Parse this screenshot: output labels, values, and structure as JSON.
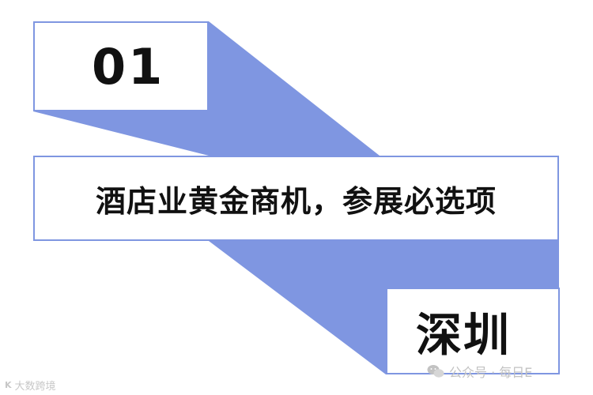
{
  "poster": {
    "number": "01",
    "headline": "酒店业黄金商机，参展必选项",
    "city": "深圳"
  },
  "watermark": {
    "left_logo": "K",
    "left_text": "大数跨境",
    "right_text": "公众号 · 每日E"
  },
  "colors": {
    "ribbon": "#7f96e1",
    "border": "#7f96e1",
    "text": "#111111"
  }
}
